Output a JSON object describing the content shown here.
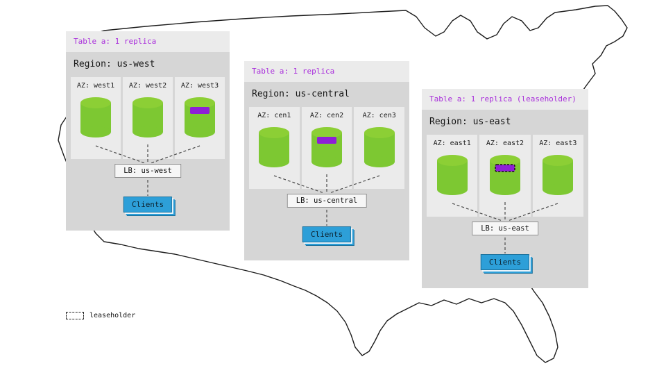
{
  "legend": {
    "label": "leaseholder"
  },
  "panels": [
    {
      "title": "Table a: 1 replica",
      "region": "Region: us-west",
      "azs": [
        {
          "label": "AZ: west1"
        },
        {
          "label": "AZ: west2"
        },
        {
          "label": "AZ: west3"
        }
      ],
      "replica_band_az": "AZ: west3",
      "band_style": "solid",
      "lb": "LB: us-west",
      "clients": "Clients"
    },
    {
      "title": "Table a: 1 replica",
      "region": "Region: us-central",
      "azs": [
        {
          "label": "AZ: cen1"
        },
        {
          "label": "AZ: cen2"
        },
        {
          "label": "AZ: cen3"
        }
      ],
      "replica_band_az": "AZ: cen2",
      "band_style": "solid",
      "lb": "LB: us-central",
      "clients": "Clients"
    },
    {
      "title": "Table a: 1 replica (leaseholder)",
      "region": "Region: us-east",
      "azs": [
        {
          "label": "AZ: east1"
        },
        {
          "label": "AZ: east2"
        },
        {
          "label": "AZ: east3"
        }
      ],
      "replica_band_az": "AZ: east2",
      "band_style": "leaseholder-dashed",
      "lb": "LB: us-east",
      "clients": "Clients"
    }
  ],
  "colors": {
    "accent_purple_text": "#a82ddb",
    "replica_band_purple": "#8e1fd6",
    "cylinder_green": "#7dc832",
    "cylinder_green_top": "#8ccf35",
    "clients_blue": "#2d9fd8",
    "panel_gray": "#d6d6d6",
    "cell_gray": "#ebebeb"
  }
}
